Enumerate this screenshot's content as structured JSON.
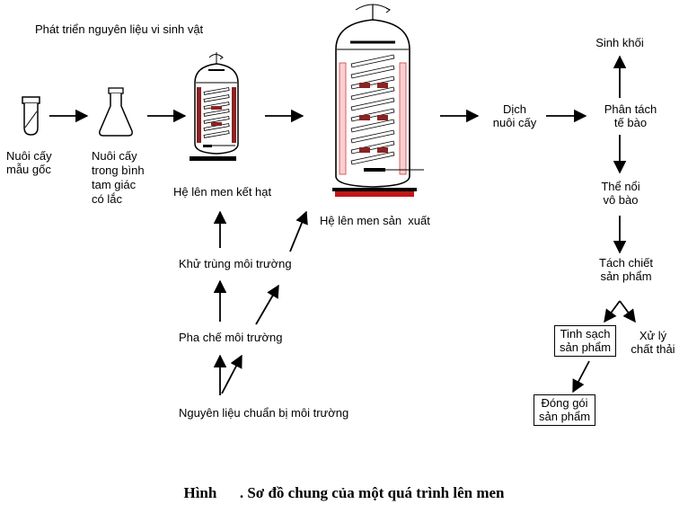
{
  "header": {
    "title": "Phát triển nguyên liệu vi sinh vật"
  },
  "nodes": {
    "stock_culture": "Nuôi cấy\nmẫu gốc",
    "flask_culture": "Nuôi cấy\ntrong bình\ntam giác\ncó lắc",
    "seed_fermenter": "Hệ lên men kết hạt",
    "production_fermenter": "Hệ lên men sản  xuất",
    "medium_sterilization": "Khử trùng môi trường",
    "medium_preparation": "Pha chế môi trường",
    "medium_raw_materials": "Nguyên liệu chuẩn bị môi trường",
    "culture_broth": "Dịch\nnuôi cấy",
    "biomass": "Sinh khối",
    "cell_separation": "Phân tách\ntế bào",
    "cell_free_supernatant": "Thể nổi\nvô bào",
    "product_extraction": "Tách chiết\nsản phẩm",
    "product_purification": "Tinh sạch\nsản phẩm",
    "waste_treatment": "Xử lý\nchất thải",
    "packaging": "Đóng gói\nsản phẩm"
  },
  "caption": {
    "prefix": "Hình",
    "text": ". Sơ đồ chung của một quá trình lên men"
  },
  "colors": {
    "coil_dark": "#8b2323",
    "jacket_pink": "#f8d0d0",
    "base_red": "#c01818",
    "line": "#000000"
  }
}
